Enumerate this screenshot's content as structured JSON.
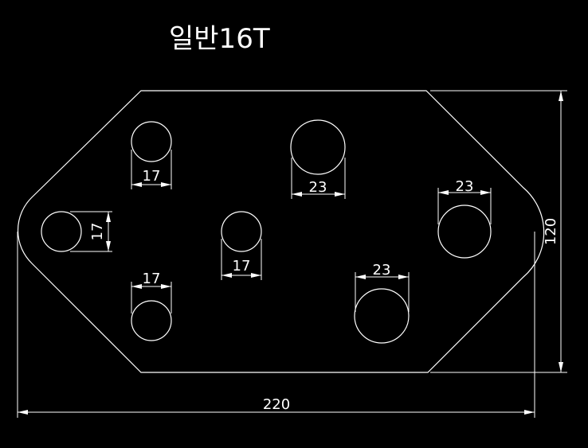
{
  "drawing": {
    "title": "일반16T",
    "stroke_color": "#ffffff",
    "background_color": "#000000"
  },
  "dimensions": {
    "overall_width": "220",
    "overall_height": "120",
    "hole_top_left": "17",
    "hole_left": "17",
    "hole_center": "17",
    "hole_bottom_left": "17",
    "hole_top_center": "23",
    "hole_right": "23",
    "hole_bottom_right": "23"
  }
}
